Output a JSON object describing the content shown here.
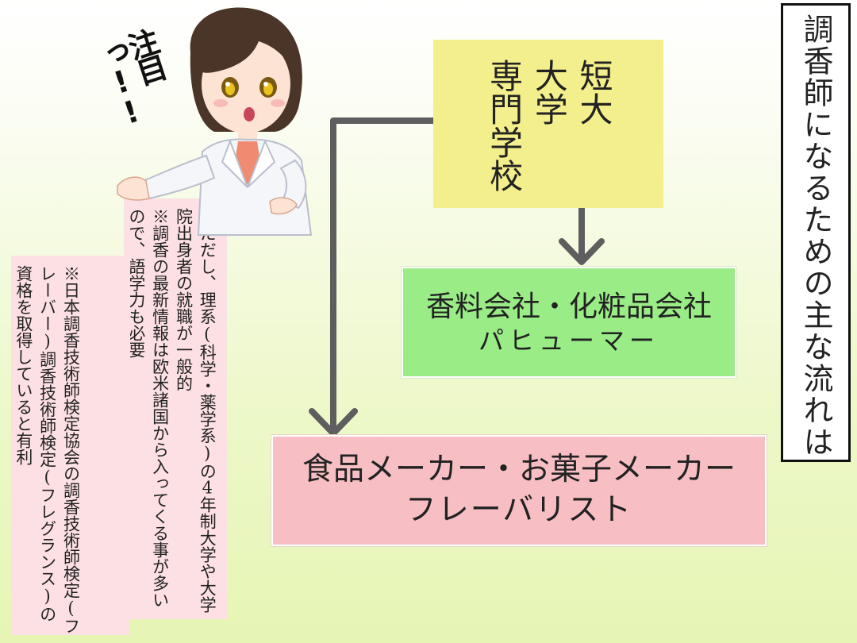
{
  "title": "調香師になるための主な流れは",
  "school_box": {
    "lines": [
      "短大",
      "大学",
      "専門学校"
    ],
    "color": "#f3ef8c"
  },
  "perfume_box": {
    "line1": "香料会社・化粧品会社",
    "line2": "パヒューマー",
    "color": "#99ec86"
  },
  "food_box": {
    "line1": "食品メーカー・お菓子メーカー",
    "line2": "フレーバリスト",
    "color": "#f7bfc3"
  },
  "note1": {
    "part1": "※ただし、理系(科学・薬学系)の",
    "num": "4",
    "part2": "年制大学や大学院出身者の就職が一般的",
    "line2": "※調香の最新情報は欧米諸国から入ってくる事が多いので、語学力も必要"
  },
  "note2": {
    "line1": "※日本調香技術師検定協会の調香技術師検定(フレーバー)調香技術師検定(フレグランス)の資格を取得していると有利"
  },
  "exclamation": "注目っ!!",
  "colors": {
    "arrow": "#5e5e5e",
    "note_bg": "#fde0e4"
  }
}
